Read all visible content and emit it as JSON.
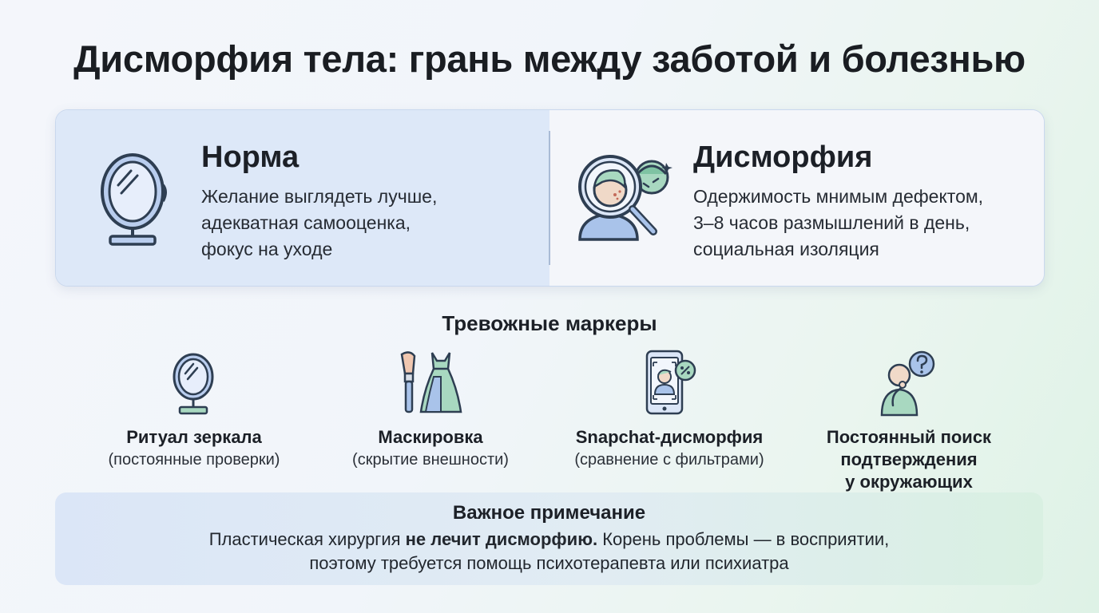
{
  "title": "Дисморфия тела: грань между заботой и болезнью",
  "norm": {
    "title": "Норма",
    "lines": [
      "Желание выглядеть лучше,",
      "адекватная самооценка,",
      "фокус на уходе"
    ],
    "icon": "mirror-icon"
  },
  "dysmorphia": {
    "title": "Дисморфия",
    "lines": [
      "Одержимость мнимым дефектом,",
      "3–8 часов размышлений в день,",
      "социальная изоляция"
    ],
    "icon": "magnifier-face-icon"
  },
  "markers": {
    "title": "Тревожные маркеры",
    "items": [
      {
        "label": [
          "Ритуал зеркала"
        ],
        "sub": "(постоянные проверки)",
        "icon": "mirror-icon"
      },
      {
        "label": [
          "Маскировка"
        ],
        "sub": "(скрытие внешности)",
        "icon": "makeup-dress-icon"
      },
      {
        "label": [
          "Snapchat-дисморфия"
        ],
        "sub": "(сравнение с фильтрами)",
        "icon": "phone-filter-icon"
      },
      {
        "label": [
          "Постоянный поиск",
          "подтверждения",
          "у окружающих"
        ],
        "sub": "",
        "icon": "person-question-icon"
      }
    ]
  },
  "note": {
    "title": "Важное примечание",
    "line1_pre": "Пластическая хирургия ",
    "line1_bold": "не лечит дисморфию.",
    "line1_post": " Корень проблемы — в восприятии,",
    "line2": "поэтому требуется помощь психотерапевта или психиатра"
  },
  "colors": {
    "icon_blue": "#a9c3ea",
    "icon_green": "#a8d8c0",
    "stroke": "#2e3e52"
  }
}
